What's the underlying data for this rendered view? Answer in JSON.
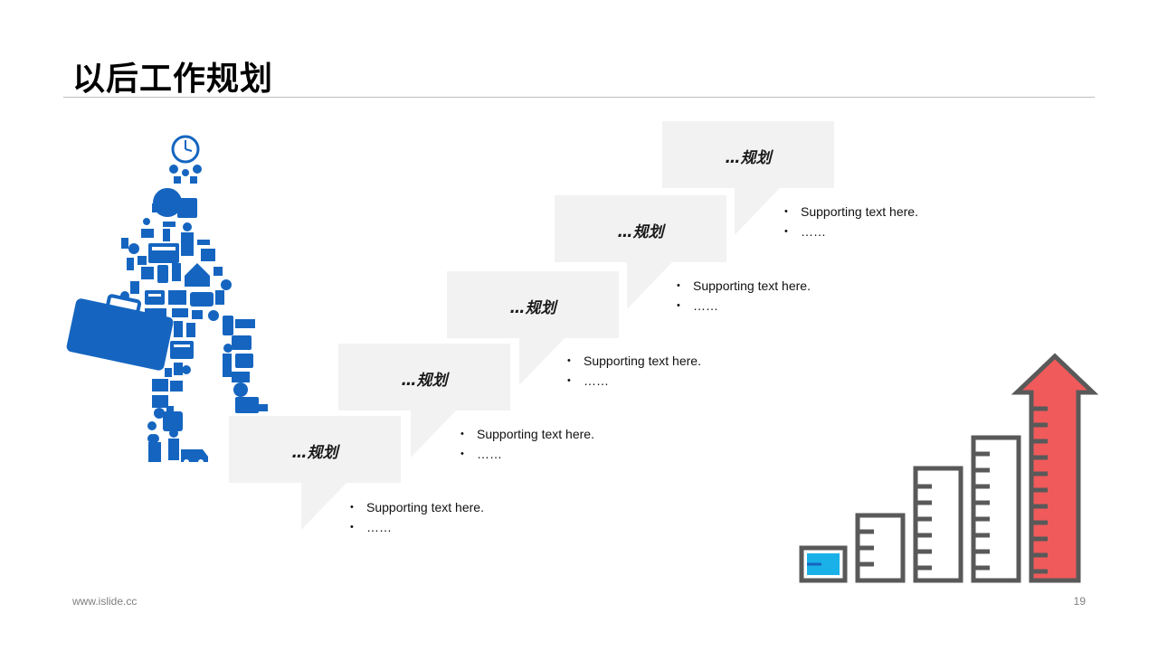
{
  "slide": {
    "title": "以后工作规划",
    "footer_url": "www.islide.cc",
    "page_number": "19"
  },
  "steps": [
    {
      "label": "…规划",
      "bullets": [
        "Supporting text here.",
        "……"
      ]
    },
    {
      "label": "…规划",
      "bullets": [
        "Supporting text here.",
        "……"
      ]
    },
    {
      "label": "…规划",
      "bullets": [
        "Supporting text here.",
        "……"
      ]
    },
    {
      "label": "…规划",
      "bullets": [
        "Supporting text here.",
        "……"
      ]
    },
    {
      "label": "…规划",
      "bullets": [
        "Supporting text here.",
        "……"
      ]
    }
  ],
  "bullet_symbol": "•",
  "colors": {
    "bubble_fill": "#f2f2f2",
    "figure_blue": "#1565c0",
    "bar_outline": "#595959",
    "arrow_red": "#f05a5a",
    "base_cyan": "#1ab0e8"
  },
  "icons": [
    "businessman-icon-collage",
    "briefcase-icon",
    "growth-bars-icon",
    "up-arrow-icon"
  ]
}
